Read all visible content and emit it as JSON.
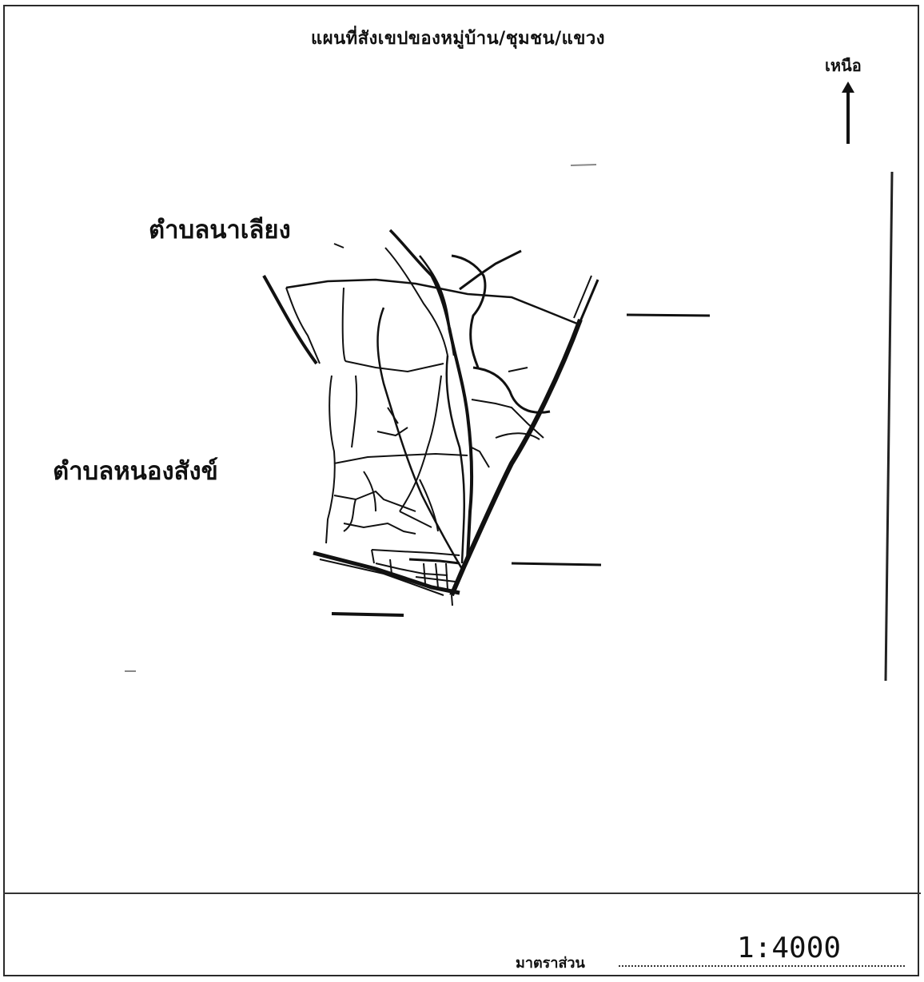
{
  "map": {
    "title": "แผนที่สังเขปของหมู่บ้าน/ชุมชน/แขวง",
    "north_label": "เหนือ",
    "labels": {
      "tambon_1": "ตำบลนาเลียง",
      "tambon_2": "ตำบลหนองสังข์"
    }
  },
  "footer": {
    "scale_label": "มาตราส่วน",
    "scale_value": "1:4000"
  },
  "icons": {
    "north_arrow": "north-arrow-icon"
  },
  "colors": {
    "ink": "#111111",
    "paper": "#ffffff",
    "frame": "#2a2a2a"
  }
}
